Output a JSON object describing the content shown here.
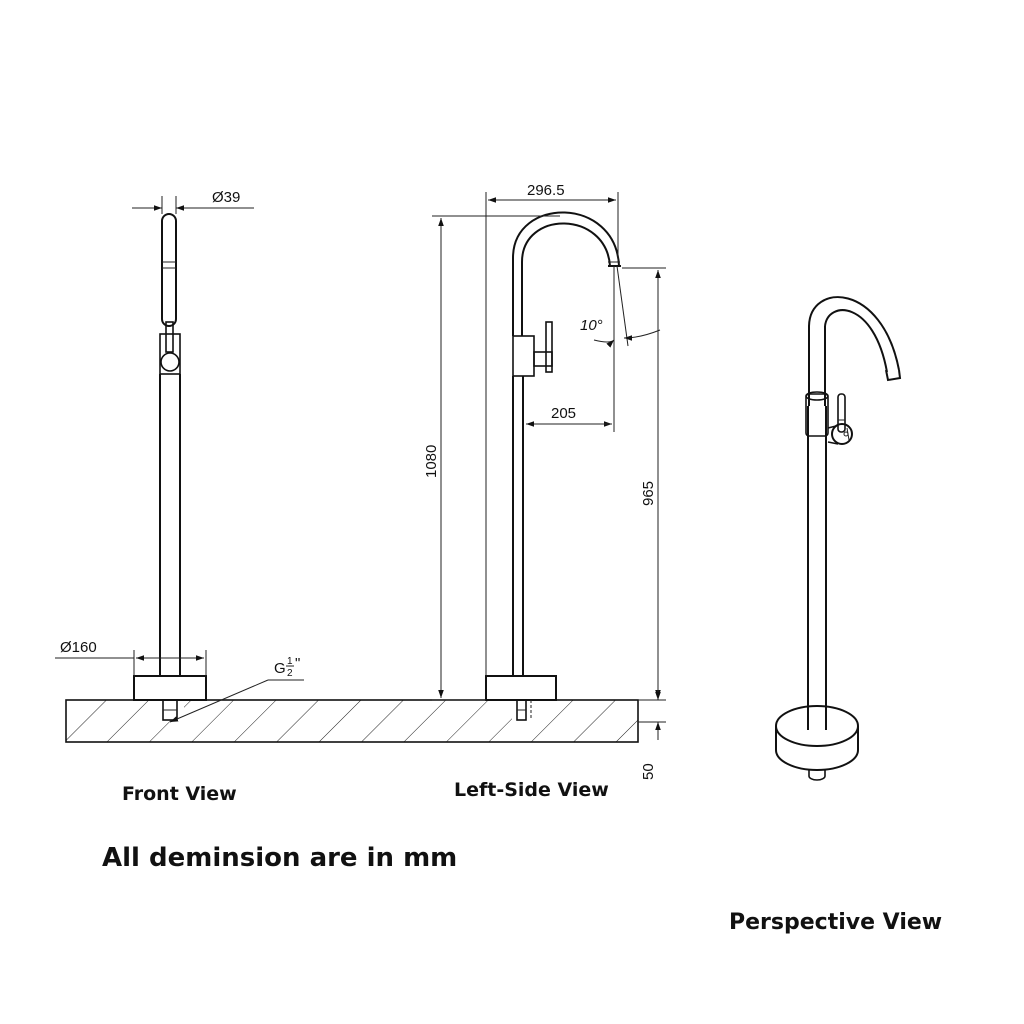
{
  "dimensions": {
    "front_width": "Ø39",
    "base_diameter": "Ø160",
    "thread_letter": "G",
    "thread_num": "1",
    "thread_den": "2",
    "thread_unit": "\"",
    "spout_reach": "296.5",
    "total_height": "1080",
    "spout_height": "965",
    "spout_angle": "10°",
    "handle_reach": "205",
    "base_depth": "50"
  },
  "labels": {
    "front_view": "Front View",
    "left_side_view": "Left-Side View",
    "perspective_view": "Perspective View"
  },
  "note": "All deminsion are in mm"
}
